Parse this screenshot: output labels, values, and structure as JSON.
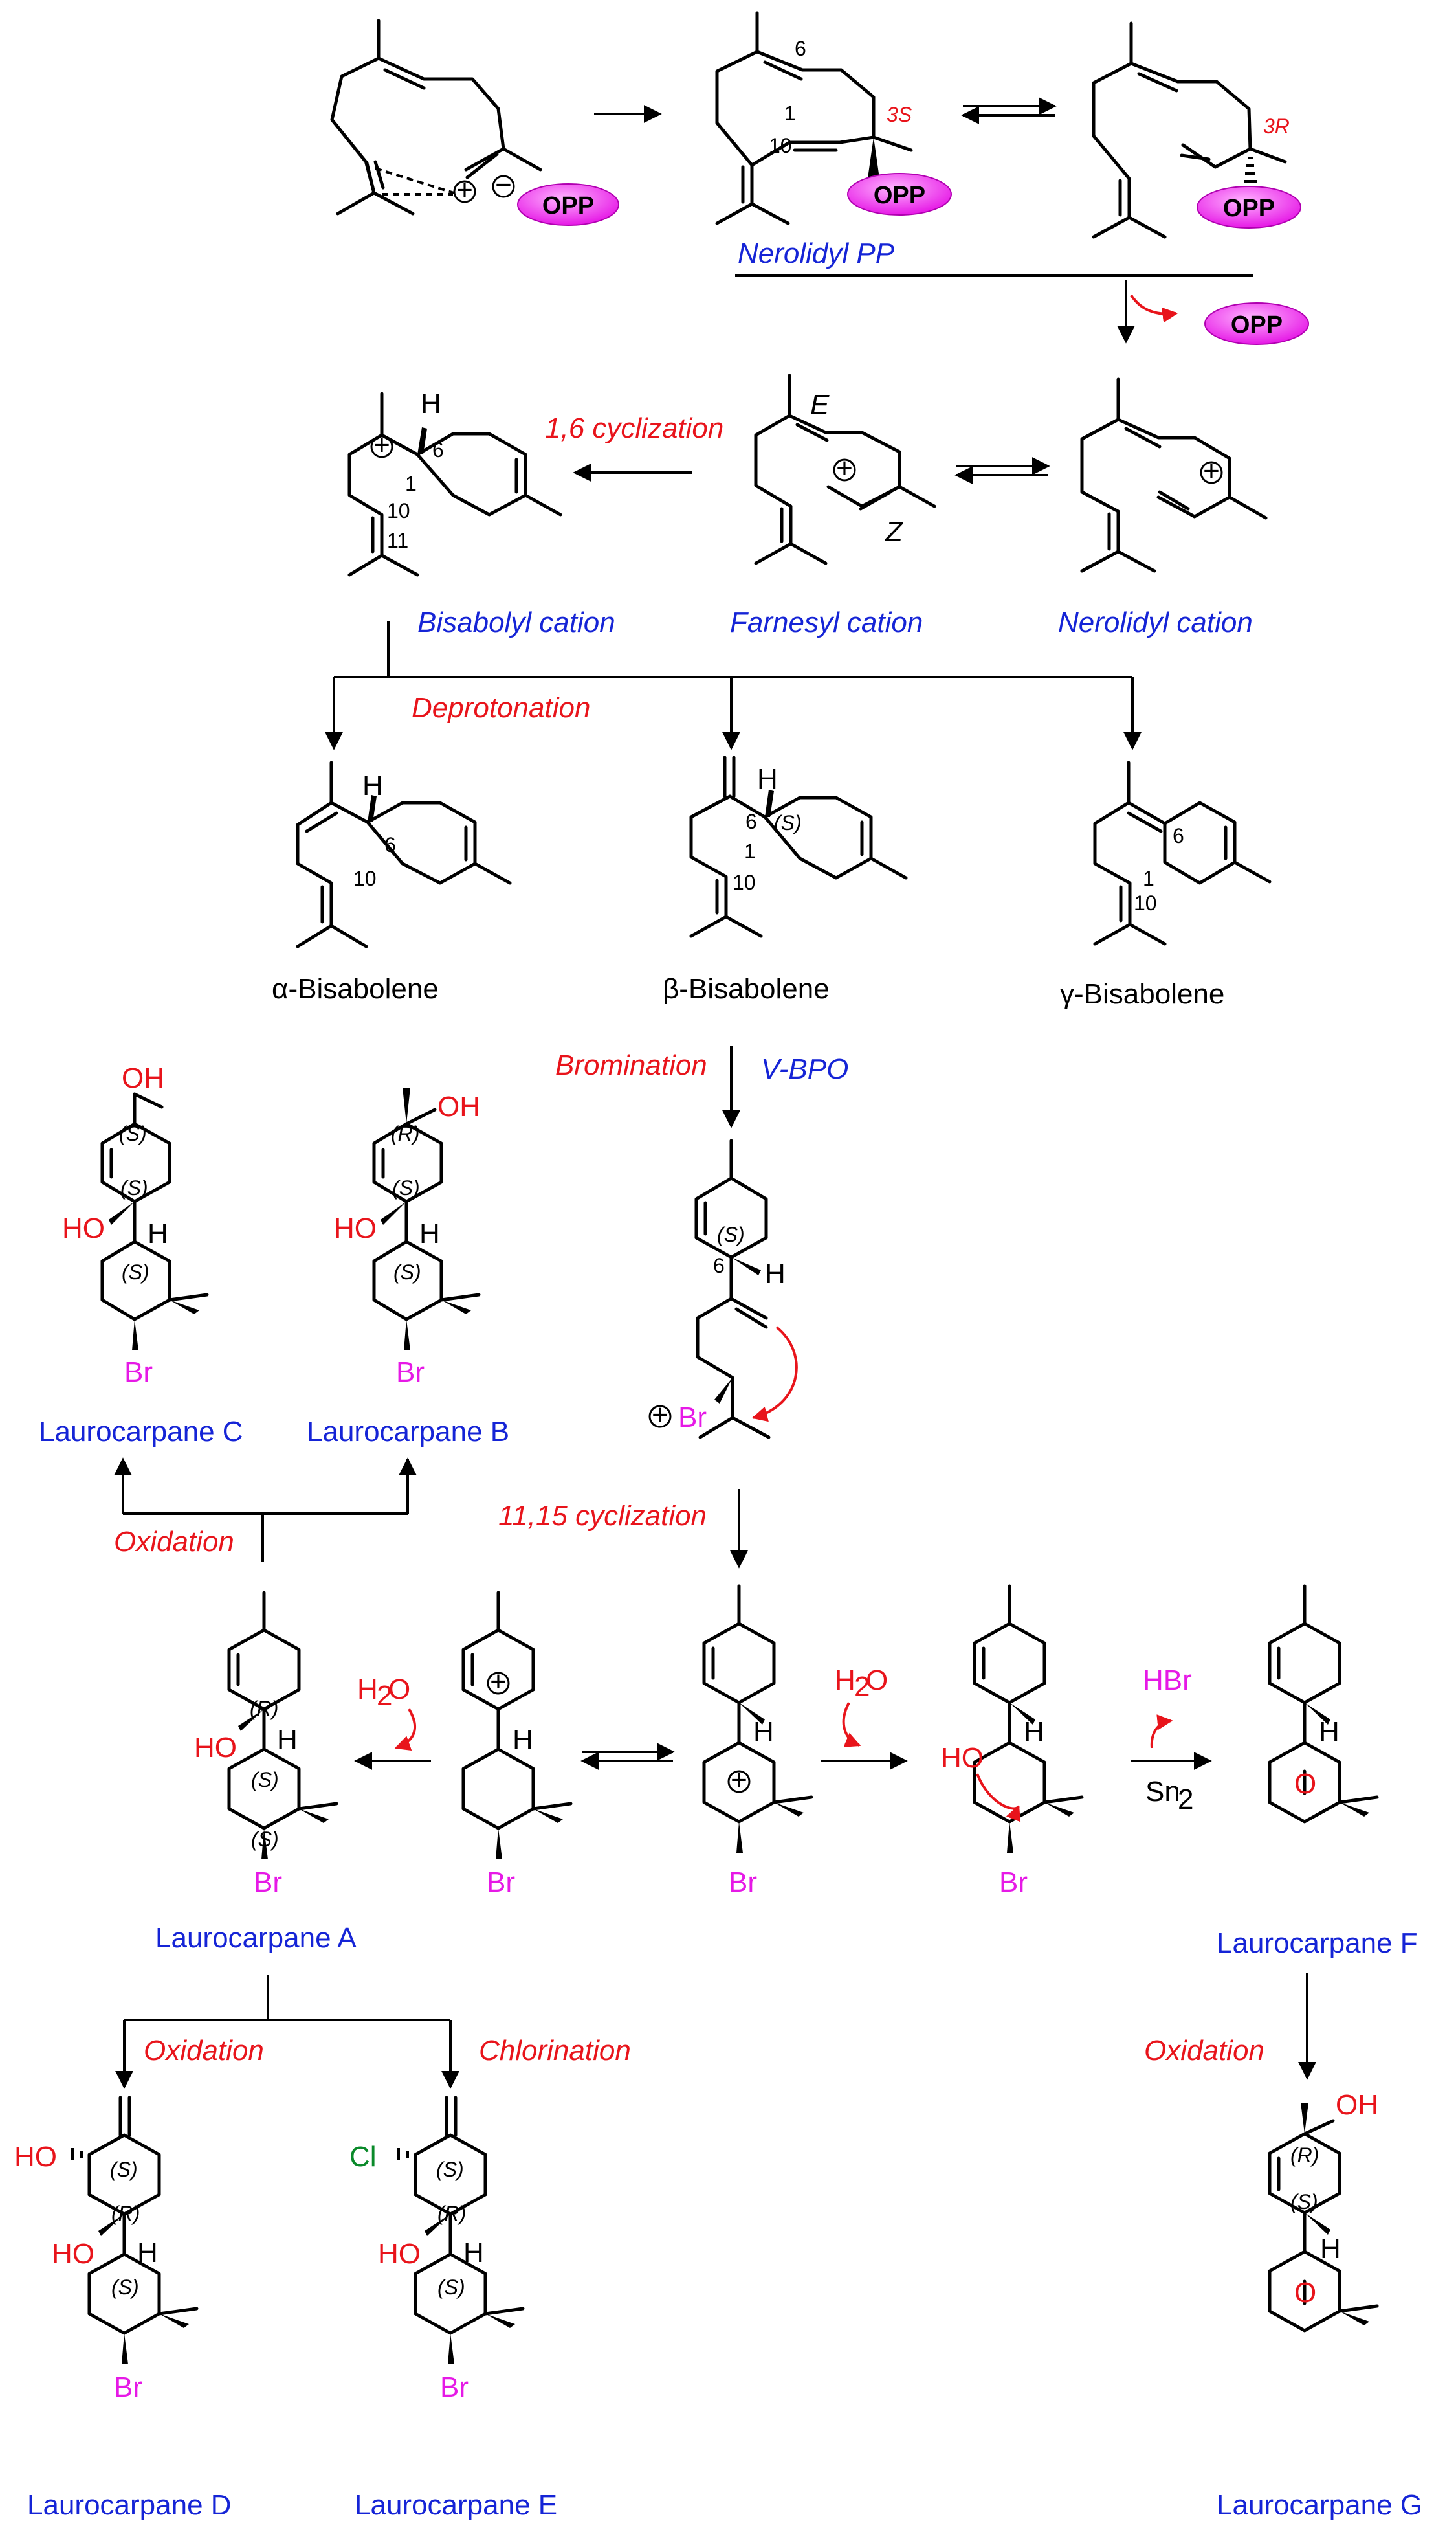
{
  "colors": {
    "name_blue": "#1524d6",
    "reaction_red": "#e8141b",
    "bromine_magenta": "#e619e6",
    "chlorine_green": "#0a8a2a",
    "opp_magenta": "#e619e6"
  },
  "opp": "OPP",
  "names": {
    "nerolidyl_pp": "Nerolidyl PP",
    "bisabolyl_cation": "Bisabolyl cation",
    "farnesyl_cation": "Farnesyl cation",
    "nerolidyl_cation": "Nerolidyl cation",
    "alpha_bisabolene": "α-Bisabolene",
    "beta_bisabolene": "β-Bisabolene",
    "gamma_bisabolene": "γ-Bisabolene",
    "laurocarpane_a": "Laurocarpane A",
    "laurocarpane_b": "Laurocarpane B",
    "laurocarpane_c": "Laurocarpane C",
    "laurocarpane_d": "Laurocarpane D",
    "laurocarpane_e": "Laurocarpane E",
    "laurocarpane_f": "Laurocarpane F",
    "laurocarpane_g": "Laurocarpane G"
  },
  "steps": {
    "cyclization_16": "1,6 cyclization",
    "deprotonation": "Deprotonation",
    "bromination": "Bromination",
    "vbpo": "V-BPO",
    "cyclization_1115": "11,15 cyclization",
    "oxidation": "Oxidation",
    "chlorination": "Chlorination",
    "sn2": "Sn",
    "sn2_sub": "2"
  },
  "reagents": {
    "water": "H",
    "water_sub": "2",
    "water_o": "O",
    "hbr": "HBr"
  },
  "atoms": {
    "H": "H",
    "OH": "OH",
    "HO": "HO",
    "Br": "Br",
    "Cl": "Cl",
    "O": "O"
  },
  "stereo": {
    "S3": "3S",
    "R3": "3R",
    "S": "(S)",
    "R": "(R)",
    "E": "E",
    "Z": "Z"
  },
  "numbers": {
    "n1": "1",
    "n6": "6",
    "n10": "10",
    "n11": "11"
  }
}
